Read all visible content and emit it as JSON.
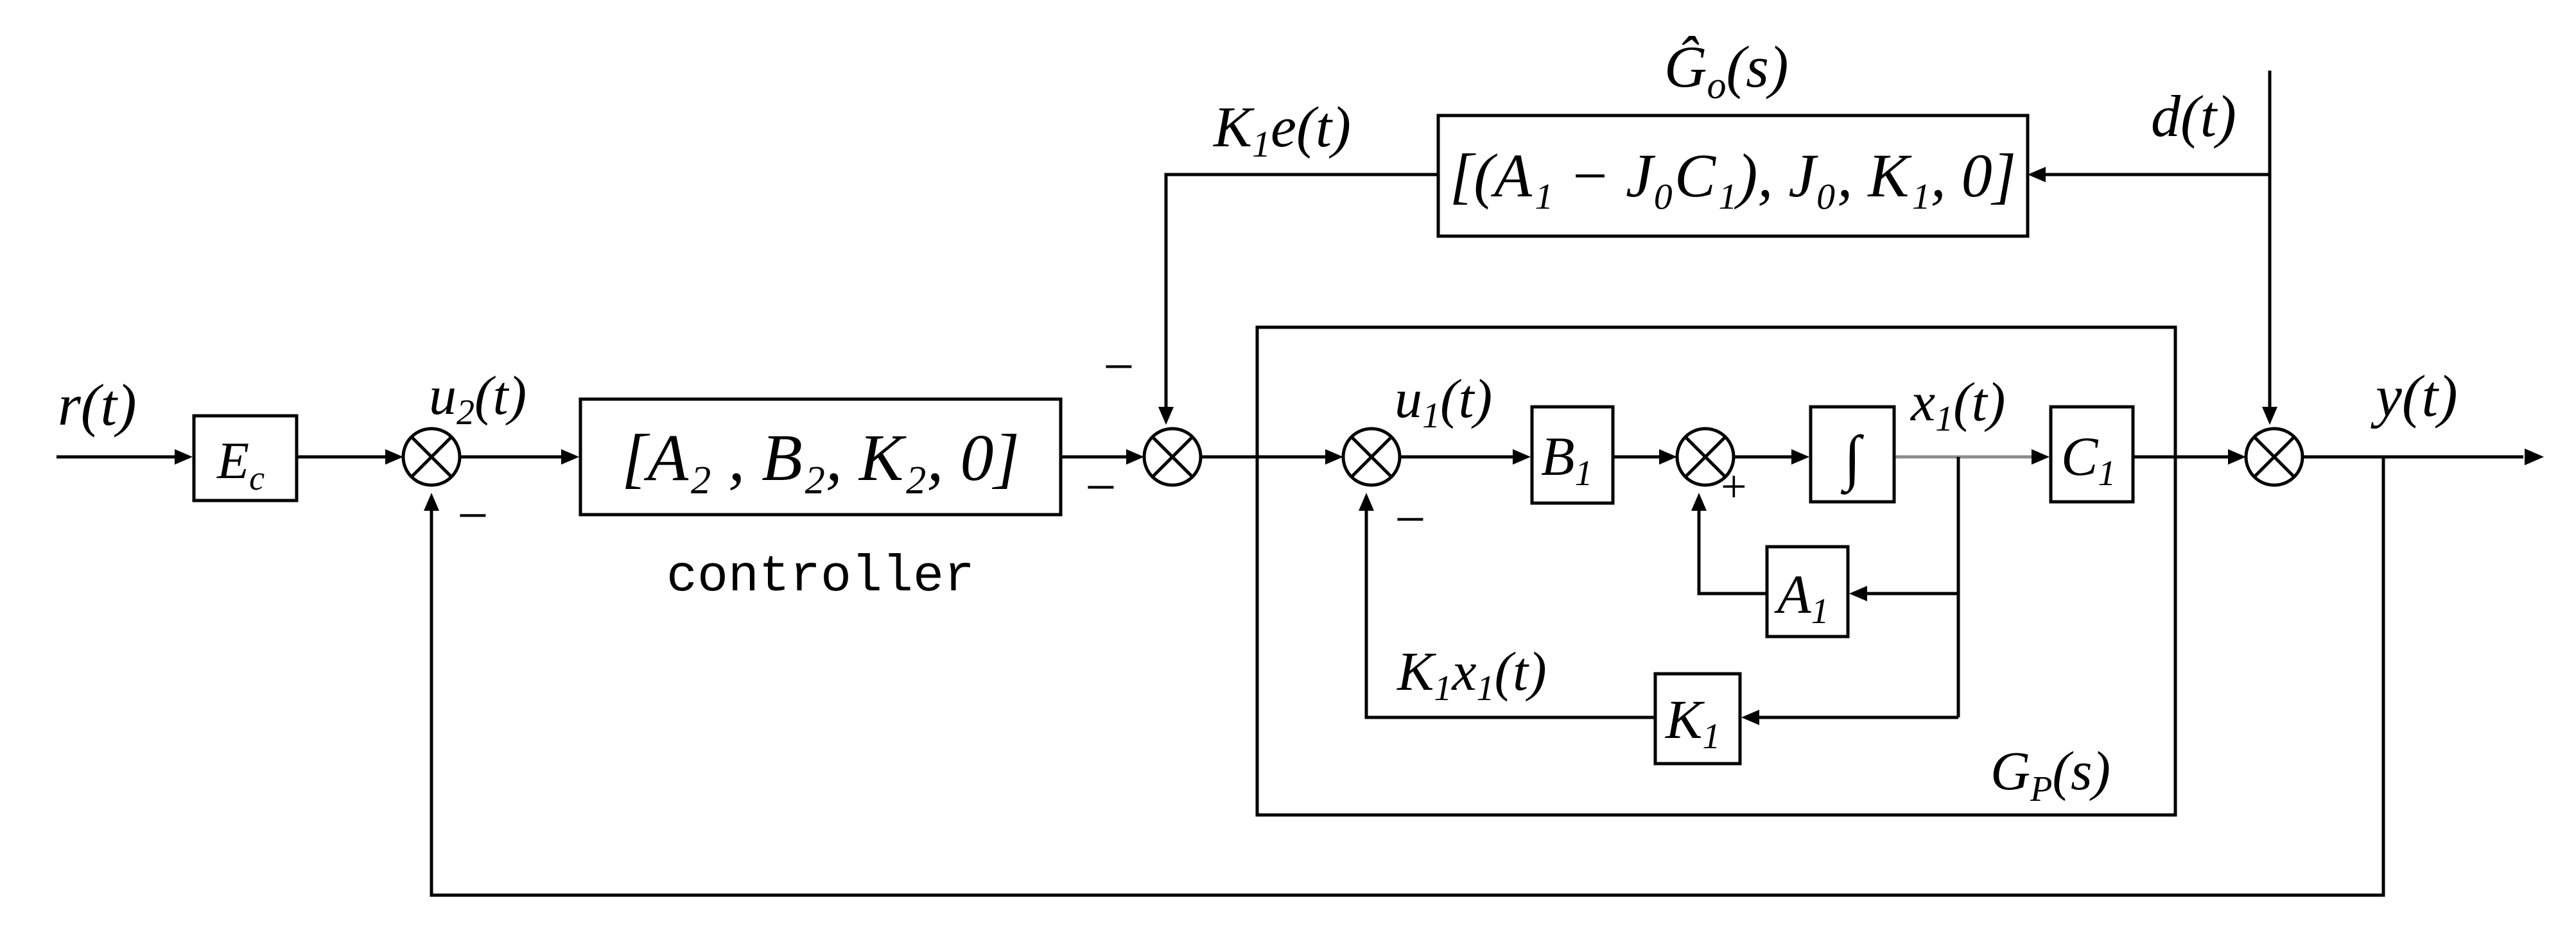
{
  "signals": {
    "r": "r(t)",
    "u2": "u",
    "u2_sub": "2",
    "u2_arg": "(t)",
    "u1": "u",
    "u1_sub": "1",
    "u1_arg": "(t)",
    "x1": "x",
    "x1_sub": "1",
    "x1_arg": "(t)",
    "y": "y(t)",
    "d": "d(t)",
    "k1e": "K",
    "k1e_sub": "1",
    "k1e_rest": "e(t)",
    "k1x1": "K",
    "k1x1_sub": "1",
    "k1x1_mid": "x",
    "k1x1_sub2": "1",
    "k1x1_arg": "(t)"
  },
  "blocks": {
    "ec": "E",
    "ec_sub": "c",
    "controller_expr": "[A₂ , B₂, K₂, 0]",
    "controller_caption": "controller",
    "observer_title": "Ĝ",
    "observer_title_sub": "o",
    "observer_title_arg": "(s)",
    "observer_expr": "[(A₁ − J₀C₁), J₀, K₁, 0]",
    "b1": "B",
    "b1_sub": "1",
    "integrator": "∫",
    "c1": "C",
    "c1_sub": "1",
    "a1": "A",
    "a1_sub": "1",
    "k1": "K",
    "k1_sub": "1",
    "plant_title": "G",
    "plant_title_sub": "P",
    "plant_title_arg": "(s)"
  },
  "signs": {
    "minus": "−",
    "plus": "+"
  }
}
